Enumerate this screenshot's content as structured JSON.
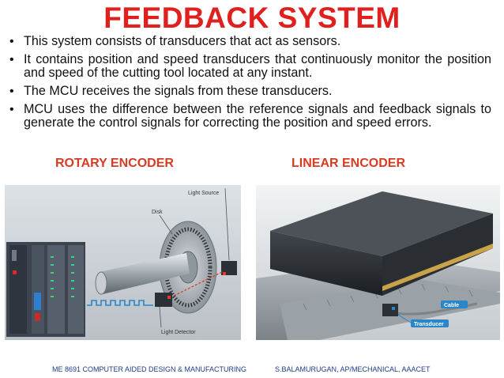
{
  "title": "FEEDBACK SYSTEM",
  "bullets": [
    "This system consists of transducers that act as sensors.",
    "It contains position and speed transducers that continuously monitor the position and speed of the cutting tool located at any instant.",
    "The MCU receives the signals from these transducers.",
    "MCU uses the difference between the reference signals and feedback signals to generate the control signals for correcting the position and speed errors."
  ],
  "rotary": {
    "heading": "ROTARY ENCODER",
    "labels": {
      "light_source": "Light Source",
      "disk": "Disk",
      "light_detector": "Light Detector"
    }
  },
  "linear": {
    "heading": "LINEAR ENCODER",
    "labels": {
      "cable": "Cable",
      "transducer": "Transducer"
    }
  },
  "footer": {
    "left": "ME 8691 COMPUTER AIDED DESIGN & MANUFACTURING",
    "right": "S.BALAMURUGAN, AP/MECHANICAL, AAACET"
  },
  "colors": {
    "title": "#e0201e",
    "heading": "#d83b22",
    "footer": "#1f3b8a",
    "callout": "#2a86c8"
  }
}
